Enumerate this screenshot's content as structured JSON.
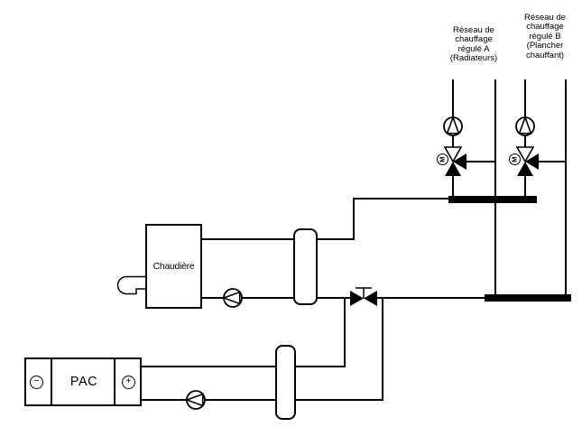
{
  "colors": {
    "line": "#000000",
    "background": "#ffffff"
  },
  "labels": {
    "network_a_lines": [
      "Réseau de",
      "chauffage",
      "régulé A",
      "(Radiateurs)"
    ],
    "network_b_lines": [
      "Réseau de",
      "chauffage",
      "régulé B",
      "(Plancher",
      "chauffant)"
    ],
    "boiler": "Chaudière",
    "heat_pump": "PAC",
    "heat_pump_minus": "−",
    "heat_pump_plus": "+",
    "valve_actuator": "M"
  }
}
